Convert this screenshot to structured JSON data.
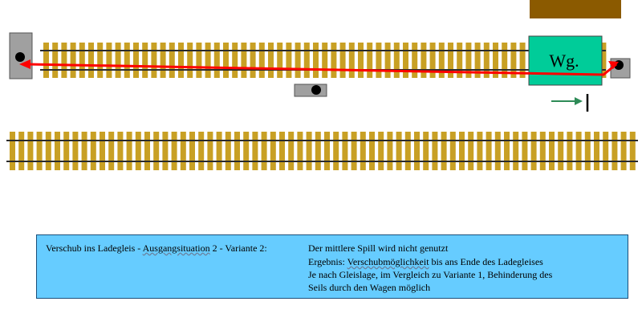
{
  "wagon": {
    "label": "Wg.",
    "fill": "#00cc99"
  },
  "colors": {
    "sleeper": "#c8a024",
    "rail": "#2b2b2b",
    "rope": "#ff0000",
    "arrow": "#2e8b57",
    "spill_block": "#a0a0a0",
    "building": "#8b5a00",
    "caption_bg": "#66ccff"
  },
  "caption": {
    "lead_a": "Verschub ins Ladegleis  -  ",
    "lead_b": "Ausgangsituation",
    "lead_c": " 2  -  Variante 2:",
    "line1": "Der mittlere Spill wird nicht genutzt",
    "line2_a": "Ergebnis: ",
    "line2_b": "Verschubmöglichkeit",
    "line2_c": " bis ans Ende des Ladegleises",
    "line3": "Je nach Gleislage, im Vergleich zu Variante 1, Behinderung des",
    "line4": "Seils durch den Wagen möglich"
  }
}
